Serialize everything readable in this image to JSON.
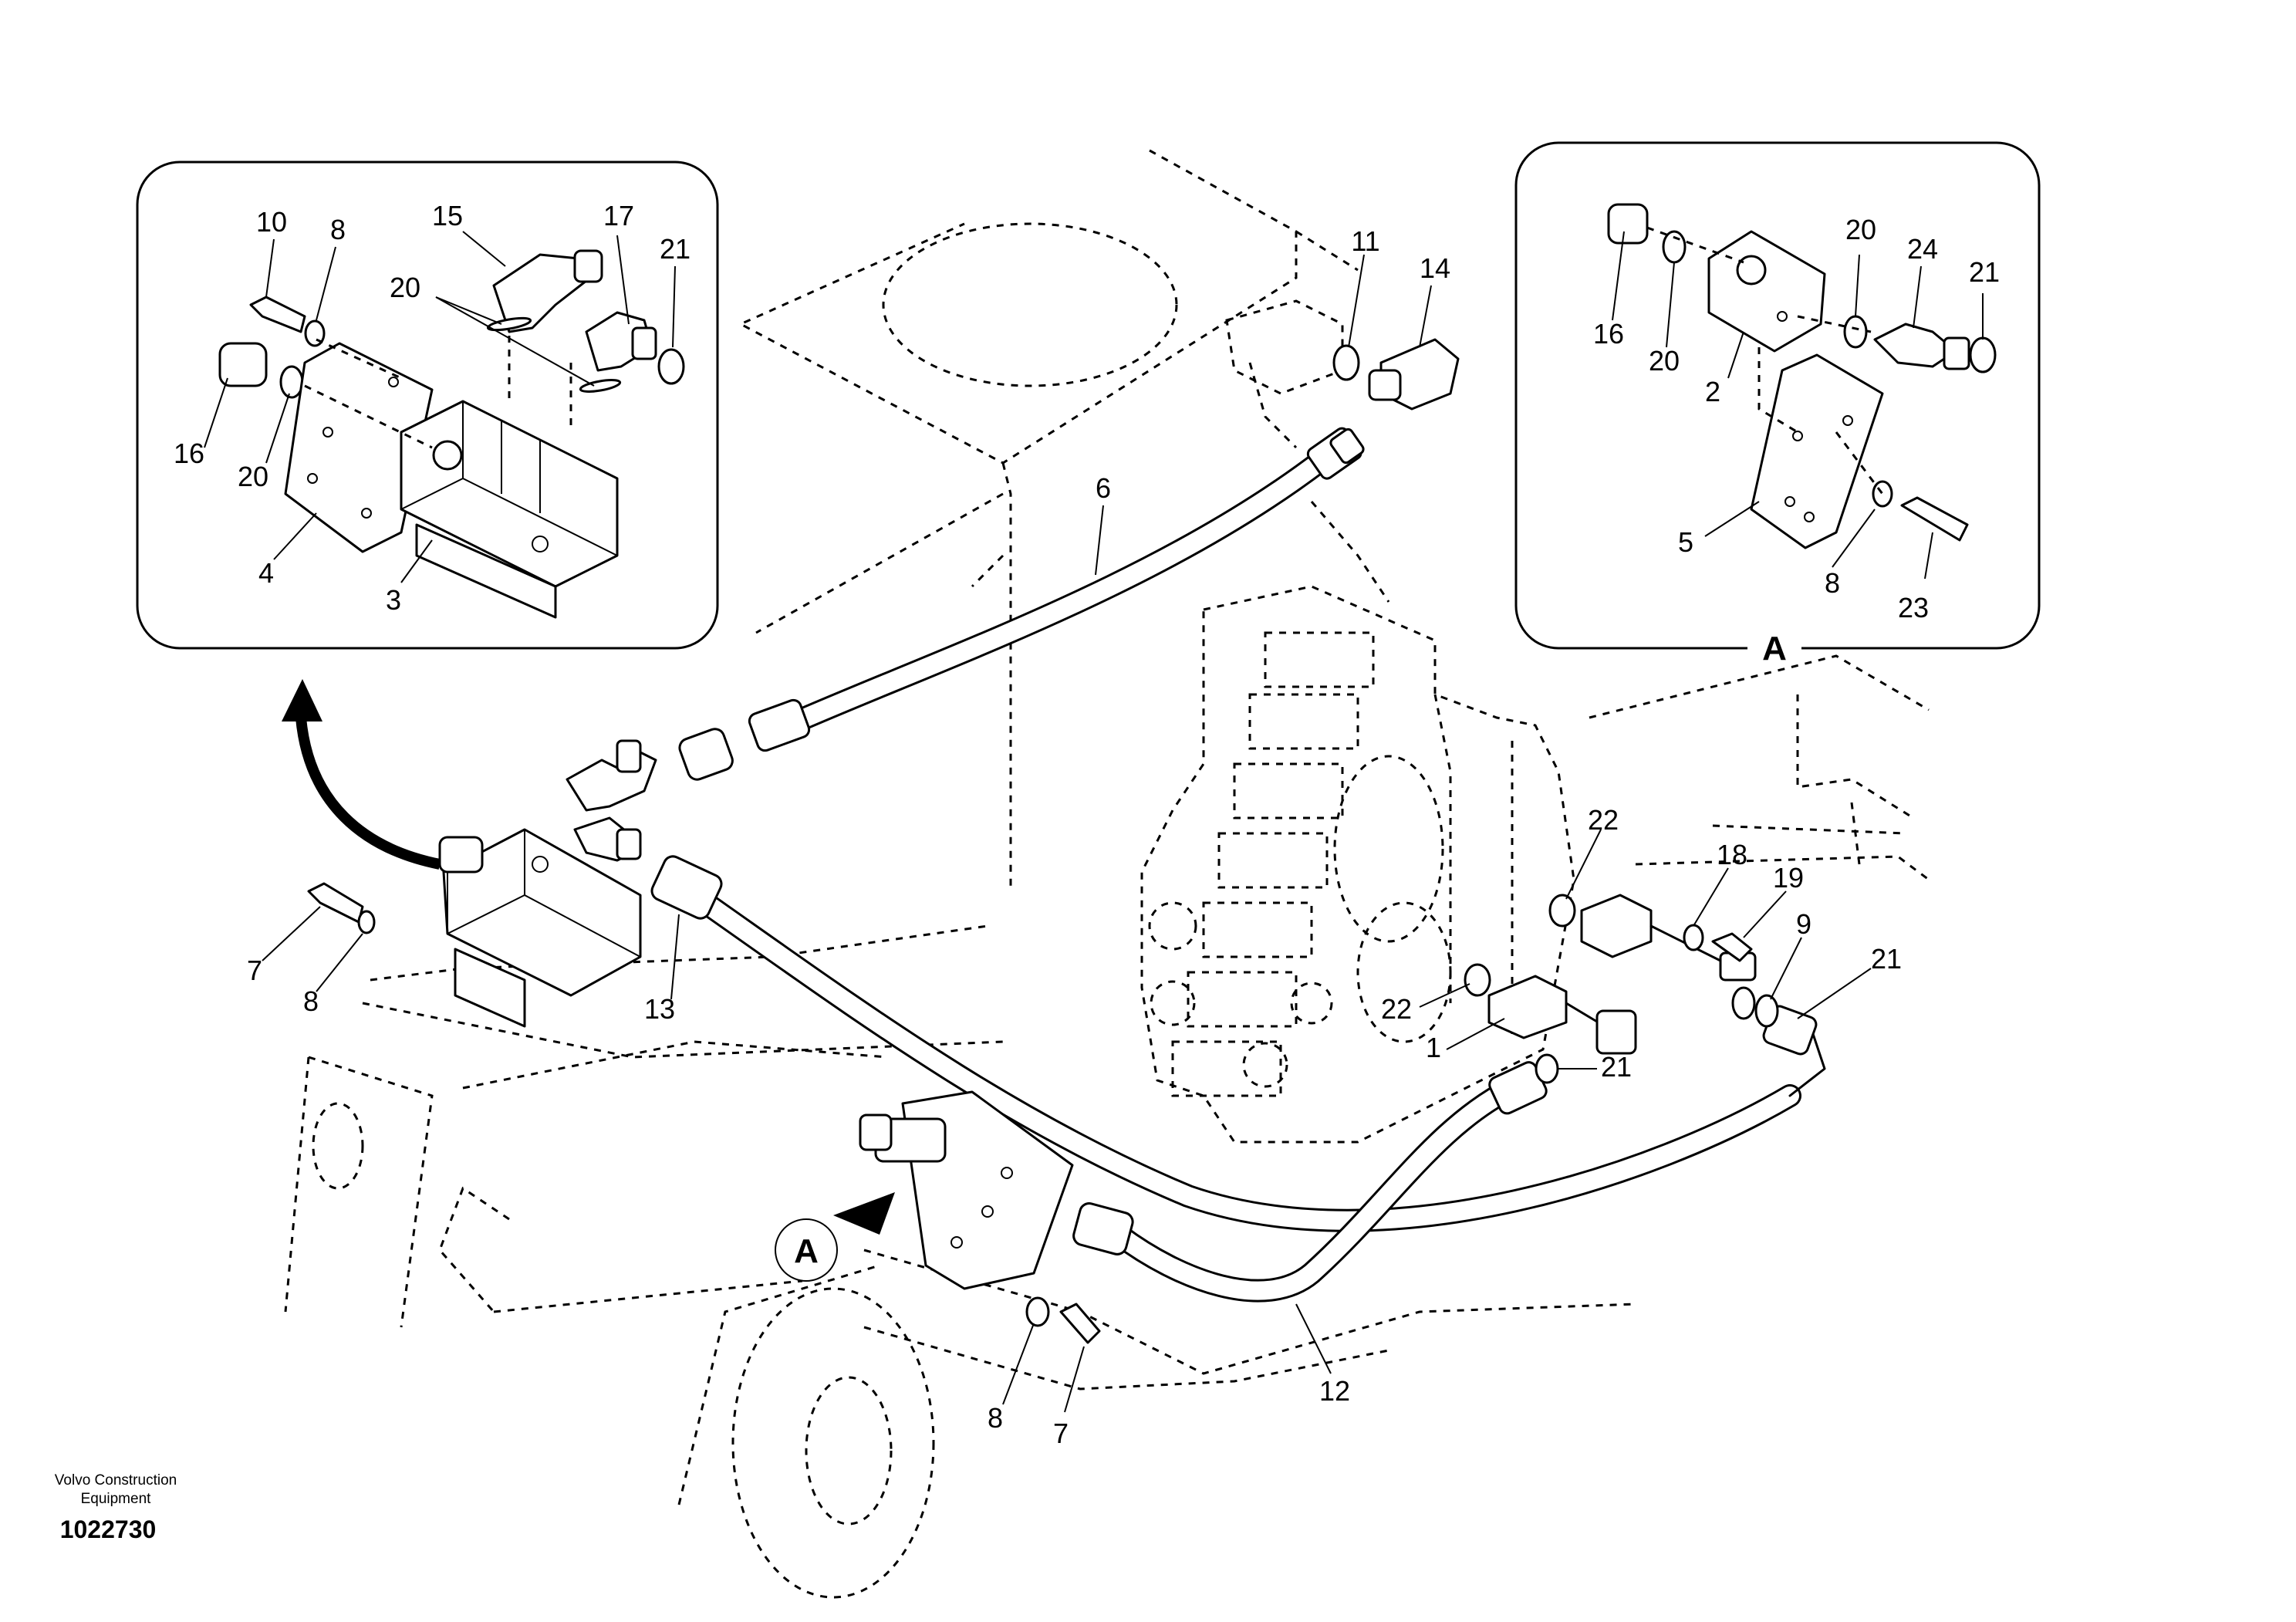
{
  "footer": {
    "company_line1": "Volvo Construction",
    "company_line2": "Equipment",
    "drawing_number": "1022730"
  },
  "view_label": "A",
  "callouts": {
    "inset_left": [
      "10",
      "8",
      "15",
      "17",
      "20",
      "21",
      "16",
      "20",
      "4",
      "3"
    ],
    "inset_right": [
      "16",
      "20",
      "2",
      "20",
      "24",
      "21",
      "5",
      "8",
      "23"
    ],
    "main": [
      "11",
      "14",
      "6",
      "7",
      "8",
      "13",
      "22",
      "18",
      "19",
      "9",
      "21",
      "22",
      "1",
      "21",
      "8",
      "7",
      "12"
    ]
  }
}
